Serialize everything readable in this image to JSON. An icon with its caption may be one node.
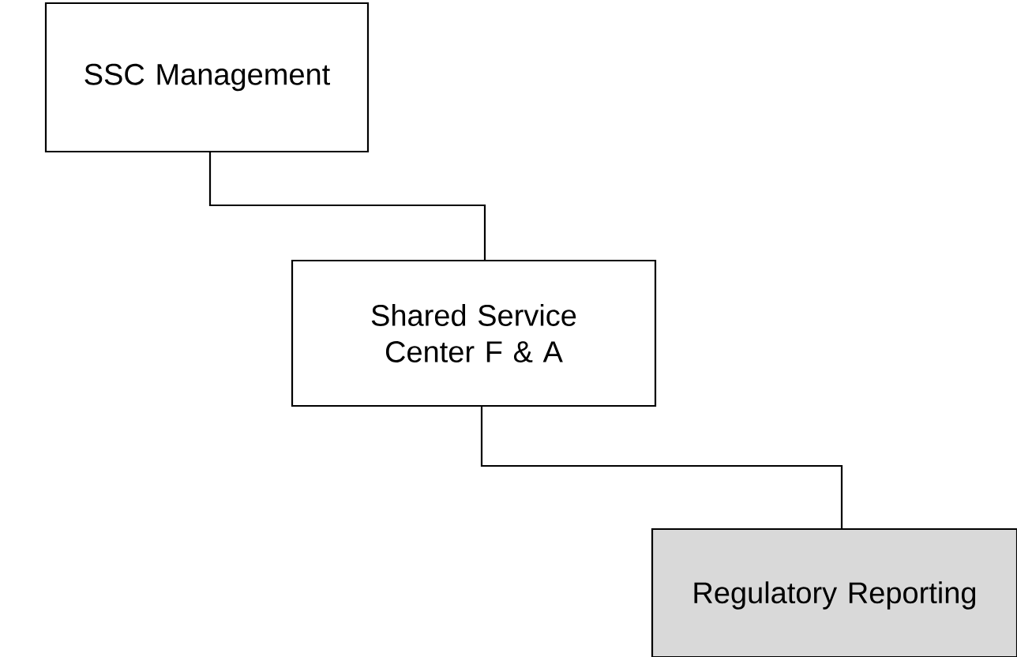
{
  "diagram": {
    "nodes": [
      {
        "text": [
          "SSC Management"
        ]
      },
      {
        "text": [
          "Shared Service Center F & A"
        ]
      },
      {
        "text": [
          "Regulatory Reporting"
        ]
      }
    ],
    "edges": [
      {
        "from": 0,
        "to": 1,
        "arrow": "none"
      },
      {
        "from": 1,
        "to": 2,
        "arrow": "none"
      }
    ]
  }
}
